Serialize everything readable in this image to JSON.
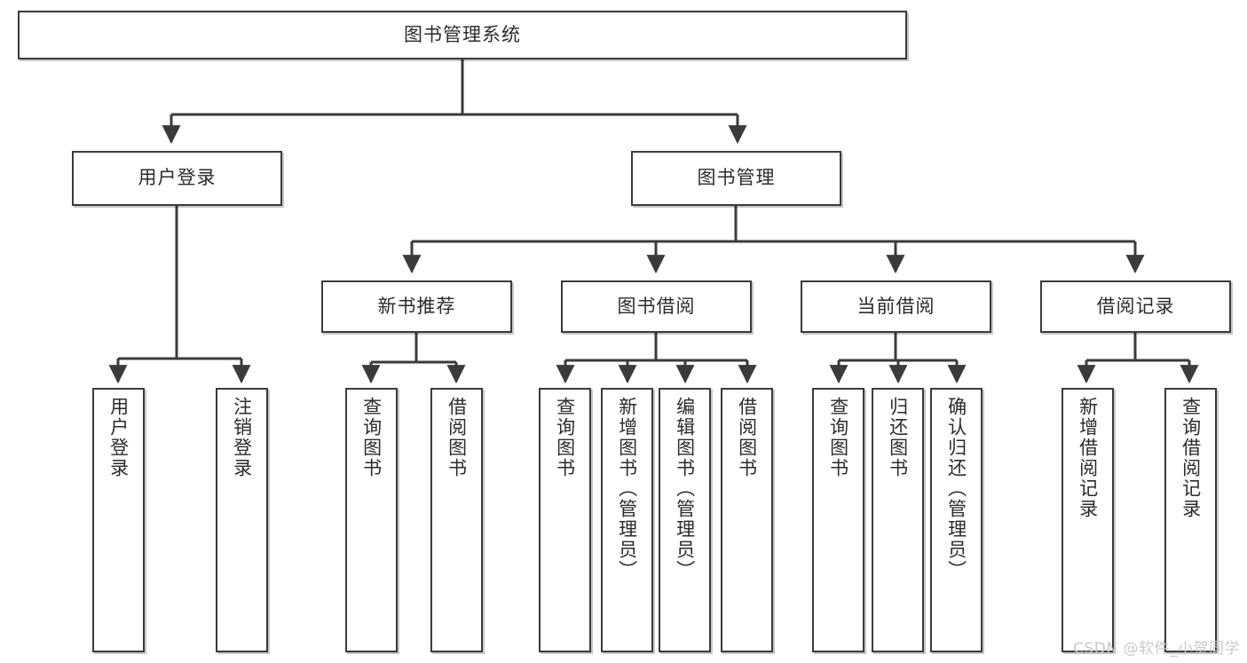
{
  "diagram": {
    "type": "tree-hierarchy",
    "title": "图书管理系统",
    "orientation": "top-down",
    "colors": {
      "box_border": "#3b3b3b",
      "box_fill": "#ffffff",
      "connector": "#3b3b3b",
      "text": "#2b2b2b",
      "watermark": "#c9c9c9"
    },
    "root": {
      "label": "图书管理系统",
      "id": "root-system"
    },
    "level2": [
      {
        "id": "user-login",
        "label": "用户登录"
      },
      {
        "id": "book-management",
        "label": "图书管理"
      }
    ],
    "level3": [
      {
        "id": "new-book-recommend",
        "label": "新书推荐",
        "parent": "book-management"
      },
      {
        "id": "book-borrow",
        "label": "图书借阅",
        "parent": "book-management"
      },
      {
        "id": "current-borrow",
        "label": "当前借阅",
        "parent": "book-management"
      },
      {
        "id": "borrow-record",
        "label": "借阅记录",
        "parent": "book-management"
      }
    ],
    "leaves": {
      "user-login": [
        {
          "id": "leaf-user-login",
          "label": "用户登录"
        },
        {
          "id": "leaf-user-logout",
          "label": "注销登录"
        }
      ],
      "new-book-recommend": [
        {
          "id": "leaf-query-book-1",
          "label": "查询图书"
        },
        {
          "id": "leaf-borrow-book-1",
          "label": "借阅图书"
        }
      ],
      "book-borrow": [
        {
          "id": "leaf-query-book-2",
          "label": "查询图书"
        },
        {
          "id": "leaf-add-book",
          "label": "新增图书（管理员）"
        },
        {
          "id": "leaf-edit-book",
          "label": "编辑图书（管理员）"
        },
        {
          "id": "leaf-borrow-book-2",
          "label": "借阅图书"
        }
      ],
      "current-borrow": [
        {
          "id": "leaf-query-book-3",
          "label": "查询图书"
        },
        {
          "id": "leaf-return-book",
          "label": "归还图书"
        },
        {
          "id": "leaf-confirm-return",
          "label": "确认归还（管理员）"
        }
      ],
      "borrow-record": [
        {
          "id": "leaf-add-record",
          "label": "新增借阅记录"
        },
        {
          "id": "leaf-query-record",
          "label": "查询借阅记录"
        }
      ]
    },
    "watermark": "CSDN @软件_小贺同学"
  }
}
